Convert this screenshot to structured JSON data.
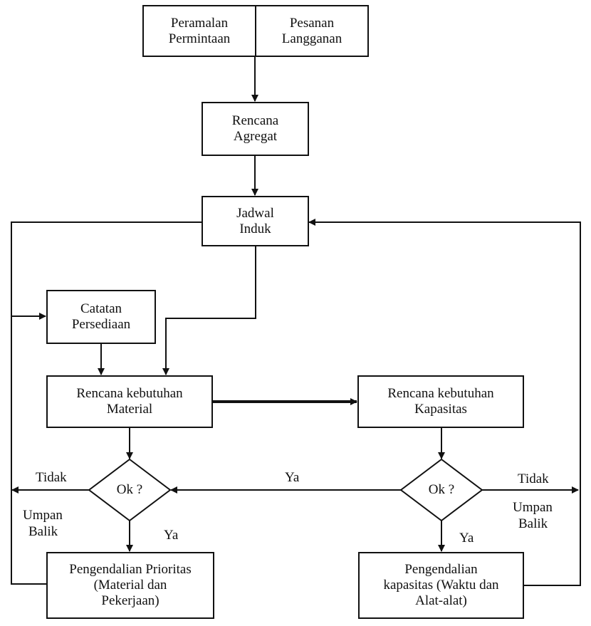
{
  "nodes": {
    "peramalan_permintaan": {
      "line1": "Peramalan",
      "line2": "Permintaan"
    },
    "pesanan_langganan": {
      "line1": "Pesanan",
      "line2": "Langganan"
    },
    "rencana_agregat": {
      "line1": "Rencana",
      "line2": "Agregat"
    },
    "jadwal_induk": {
      "line1": "Jadwal",
      "line2": "Induk"
    },
    "catatan_persediaan": {
      "line1": "Catatan",
      "line2": "Persediaan"
    },
    "rk_material": {
      "line1": "Rencana kebutuhan",
      "line2": "Material"
    },
    "rk_kapasitas": {
      "line1": "Rencana kebutuhan",
      "line2": "Kapasitas"
    },
    "decision_left": {
      "text": "Ok ?"
    },
    "decision_right": {
      "text": "Ok ?"
    },
    "pengendalian_prioritas": {
      "line1": "Pengendalian Prioritas",
      "line2": "(Material dan",
      "line3": "Pekerjaan)"
    },
    "pengendalian_kapasitas": {
      "line1": "Pengendalian",
      "line2": "kapasitas (Waktu dan",
      "line3": "Alat-alat)"
    }
  },
  "edge_labels": {
    "left_tidak": "Tidak",
    "left_umpan": "Umpan",
    "left_balik": "Balik",
    "left_ya": "Ya",
    "middle_ya": "Ya",
    "right_tidak": "Tidak",
    "right_umpan": "Umpan",
    "right_balik": "Balik",
    "right_ya": "Ya"
  }
}
